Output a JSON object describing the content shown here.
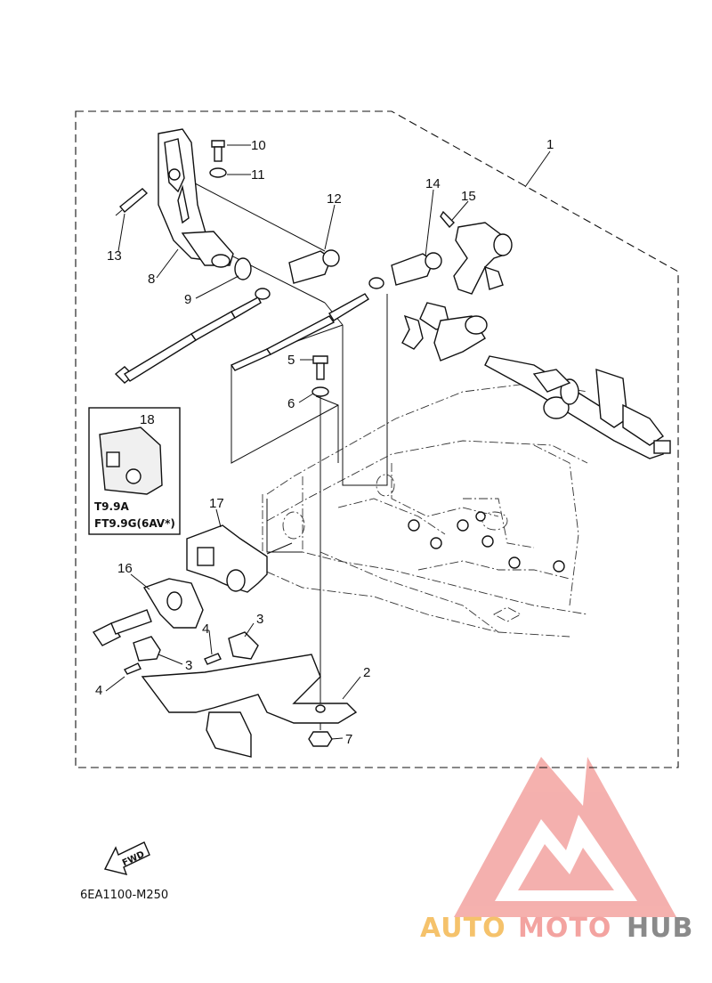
{
  "diagram": {
    "callouts": {
      "n1": "1",
      "n2": "2",
      "n3a": "3",
      "n3b": "3",
      "n4a": "4",
      "n4b": "4",
      "n5": "5",
      "n6": "6",
      "n7": "7",
      "n8": "8",
      "n9": "9",
      "n10": "10",
      "n11": "11",
      "n12": "12",
      "n13": "13",
      "n14": "14",
      "n15": "15",
      "n16": "16",
      "n17": "17",
      "n18": "18"
    },
    "inset": {
      "model_line1": "T9.9A",
      "model_line2": "FT9.9G(6AV*)"
    },
    "fwd_label": "FWD",
    "drawing_code": "6EA1100-M250"
  },
  "watermark": {
    "brand_auto": "AUTO",
    "brand_moto": "MOTO",
    "brand_hub": "HUB",
    "colors": {
      "auto": "#f5c26b",
      "moto": "#f3a3a0",
      "hub": "#8a8a8a",
      "logo": "#f3a3a0"
    }
  }
}
